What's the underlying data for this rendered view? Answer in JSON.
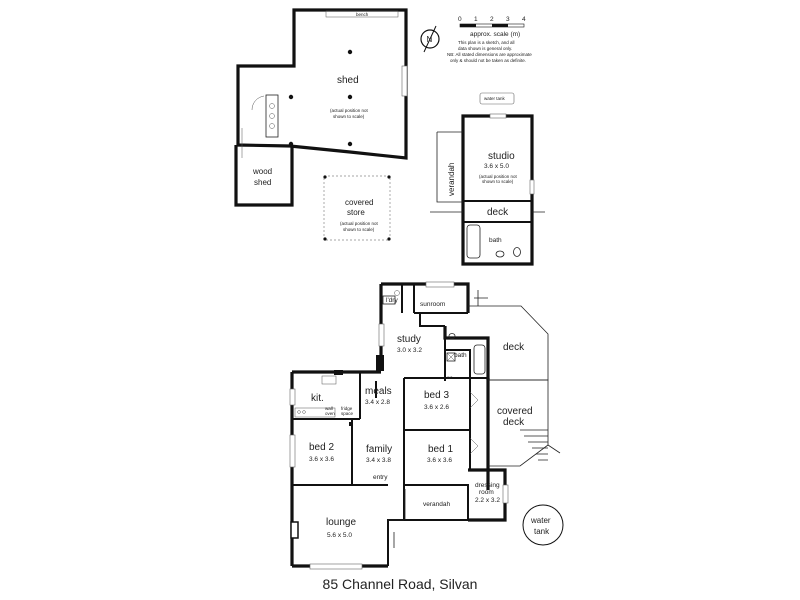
{
  "title": "85 Channel Road, Silvan",
  "scale": {
    "ticks": [
      "0",
      "1",
      "2",
      "3",
      "4"
    ],
    "label": "approx. scale (m)",
    "disclaimer": [
      "This plan is a sketch, and all",
      "data shown is general only.",
      "NB: All stated dimensions are approximate",
      "only & should not be taken as definite."
    ]
  },
  "compass": {
    "letter": "N"
  },
  "outbuildings": {
    "shed": {
      "label": "shed",
      "note": [
        "(actual position not",
        "shown to scale)"
      ],
      "bench": "bench"
    },
    "wood_shed": {
      "label": [
        "wood",
        "shed"
      ]
    },
    "covered_store": {
      "label": [
        "covered",
        "store"
      ],
      "note": [
        "(actual position not",
        "shown to scale)"
      ]
    },
    "water_tank_small": "water tank",
    "studio": {
      "label": "studio",
      "dims": "3.6 x 5.0",
      "note": [
        "(actual position not",
        "shown to scale)"
      ]
    },
    "verandah": "verandah",
    "deck": "deck",
    "bath": "bath"
  },
  "house": {
    "ldry": "l'dry",
    "sunroom": "sunroom",
    "study": {
      "label": "study",
      "dims": "3.0 x 3.2"
    },
    "bath": "bath",
    "deck": "deck",
    "kit": "kit.",
    "meals": {
      "label": "meals",
      "dims": "3.4 x 2.8"
    },
    "bed3": {
      "label": "bed 3",
      "dims": "3.6 x 2.6"
    },
    "covered_deck": [
      "covered",
      "deck"
    ],
    "bed2": {
      "label": "bed 2",
      "dims": "3.6 x 3.6"
    },
    "family": {
      "label": "family",
      "dims": "3.4 x 3.8"
    },
    "bed1": {
      "label": "bed 1",
      "dims": "3.6 x 3.6"
    },
    "entry": "entry",
    "verandah": "verandah",
    "dressing": {
      "label": [
        "dressing",
        "room"
      ],
      "dims": "2.2 x 3.2"
    },
    "lounge": {
      "label": "lounge",
      "dims": "5.6 x 5.0"
    },
    "water_tank": [
      "water",
      "tank"
    ],
    "fridge": [
      "fridge",
      "space"
    ],
    "wall_oven": [
      "wall",
      "oven"
    ],
    "wc": "wc"
  }
}
